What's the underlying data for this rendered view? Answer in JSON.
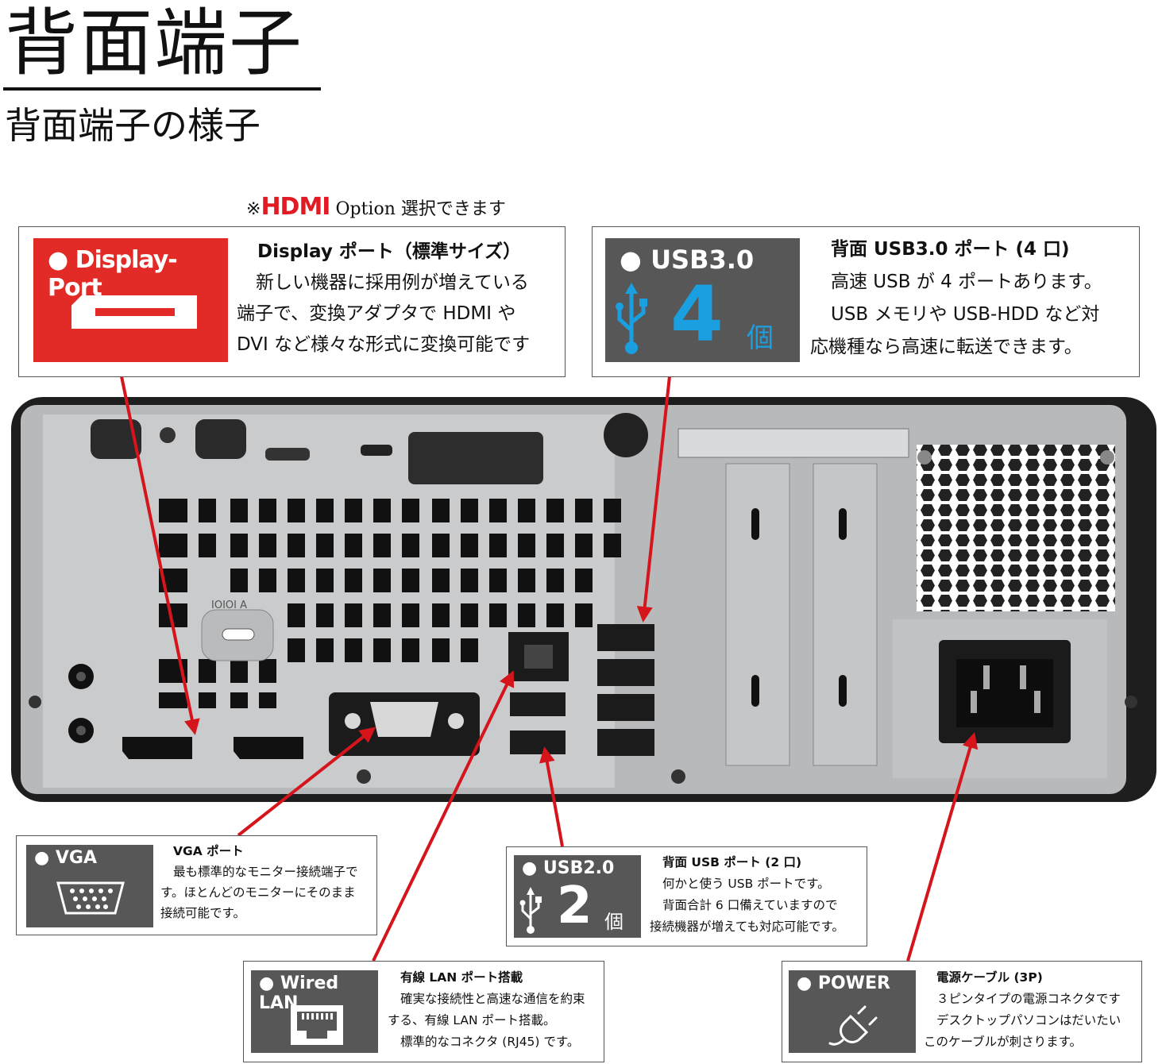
{
  "header": {
    "title": "背面端子",
    "subtitle": "背面端子の様子"
  },
  "hdmi_note": {
    "mark": "※",
    "brand": "HDMI",
    "option": "Option",
    "text": "選択できます"
  },
  "displayport": {
    "tile_label": "● Display-Port",
    "heading": "Display ポート（標準サイズ）",
    "lines": [
      "新しい機器に採用例が増えている",
      "端子で、変換アダプタで HDMI や",
      "DVI など様々な形式に変換可能です"
    ]
  },
  "usb3": {
    "tile_label": "● USB3.0",
    "count": "4",
    "unit": "個",
    "heading": "背面 USB3.0 ポート (4 口)",
    "lines": [
      "高速 USB が 4 ポートあります。",
      "USB メモリや USB-HDD など対",
      "応機種なら高速に転送できます。"
    ]
  },
  "vga": {
    "tile_label": "● VGA",
    "heading": "VGA ポート",
    "lines": [
      "最も標準的なモニター接続端子で",
      "す。ほとんどのモニターにそのまま",
      "接続可能です。"
    ]
  },
  "lan": {
    "tile_label": "● Wired LAN",
    "heading": "有線 LAN ポート搭載",
    "lines": [
      "確実な接続性と高速な通信を約束",
      "する、有線 LAN ポート搭載。",
      "標準的なコネクタ (RJ45) です。"
    ]
  },
  "usb2": {
    "tile_label": "● USB2.0",
    "count": "2",
    "unit": "個",
    "heading": "背面 USB ポート (2 口)",
    "lines": [
      "何かと使う USB ポートです。",
      "背面合計 6 口備えていますので",
      "接続機器が増えても対応可能です。"
    ]
  },
  "power": {
    "tile_label": "● POWER",
    "heading": "電源ケーブル (3P)",
    "lines": [
      "３ピンタイプの電源コネクタです",
      "デスクトップパソコンはだいたい",
      "このケーブルが刺さります。"
    ]
  },
  "chassis": {
    "serial_label": "IOIOI A"
  },
  "colors": {
    "accent_red": "#e22a26",
    "tile_gray": "#575757",
    "usb_blue": "#1a9fe0",
    "arrow_red": "#d6141c"
  }
}
